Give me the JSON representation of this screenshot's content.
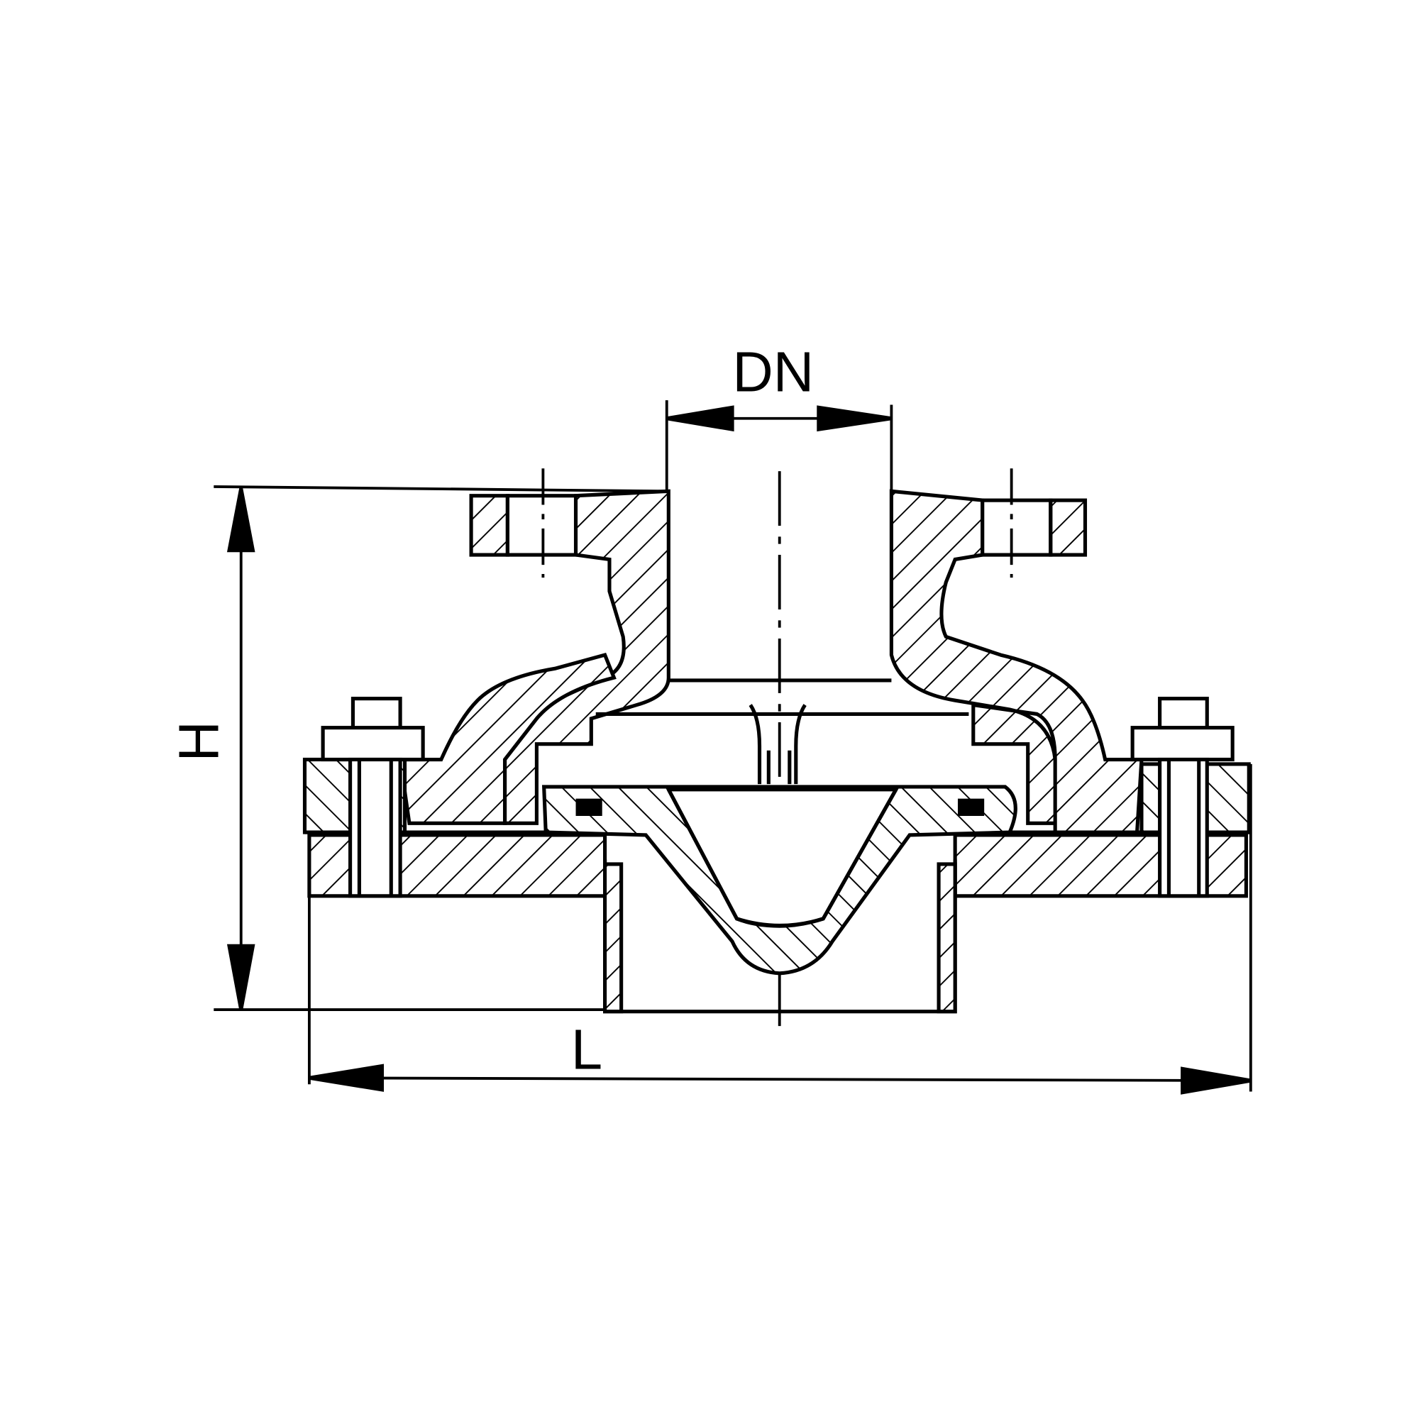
{
  "drawing": {
    "dimensions": {
      "nominal_diameter_label": "DN",
      "height_label": "H",
      "length_label": "L"
    },
    "colors": {
      "line": "#000000",
      "background": "#ffffff"
    }
  }
}
